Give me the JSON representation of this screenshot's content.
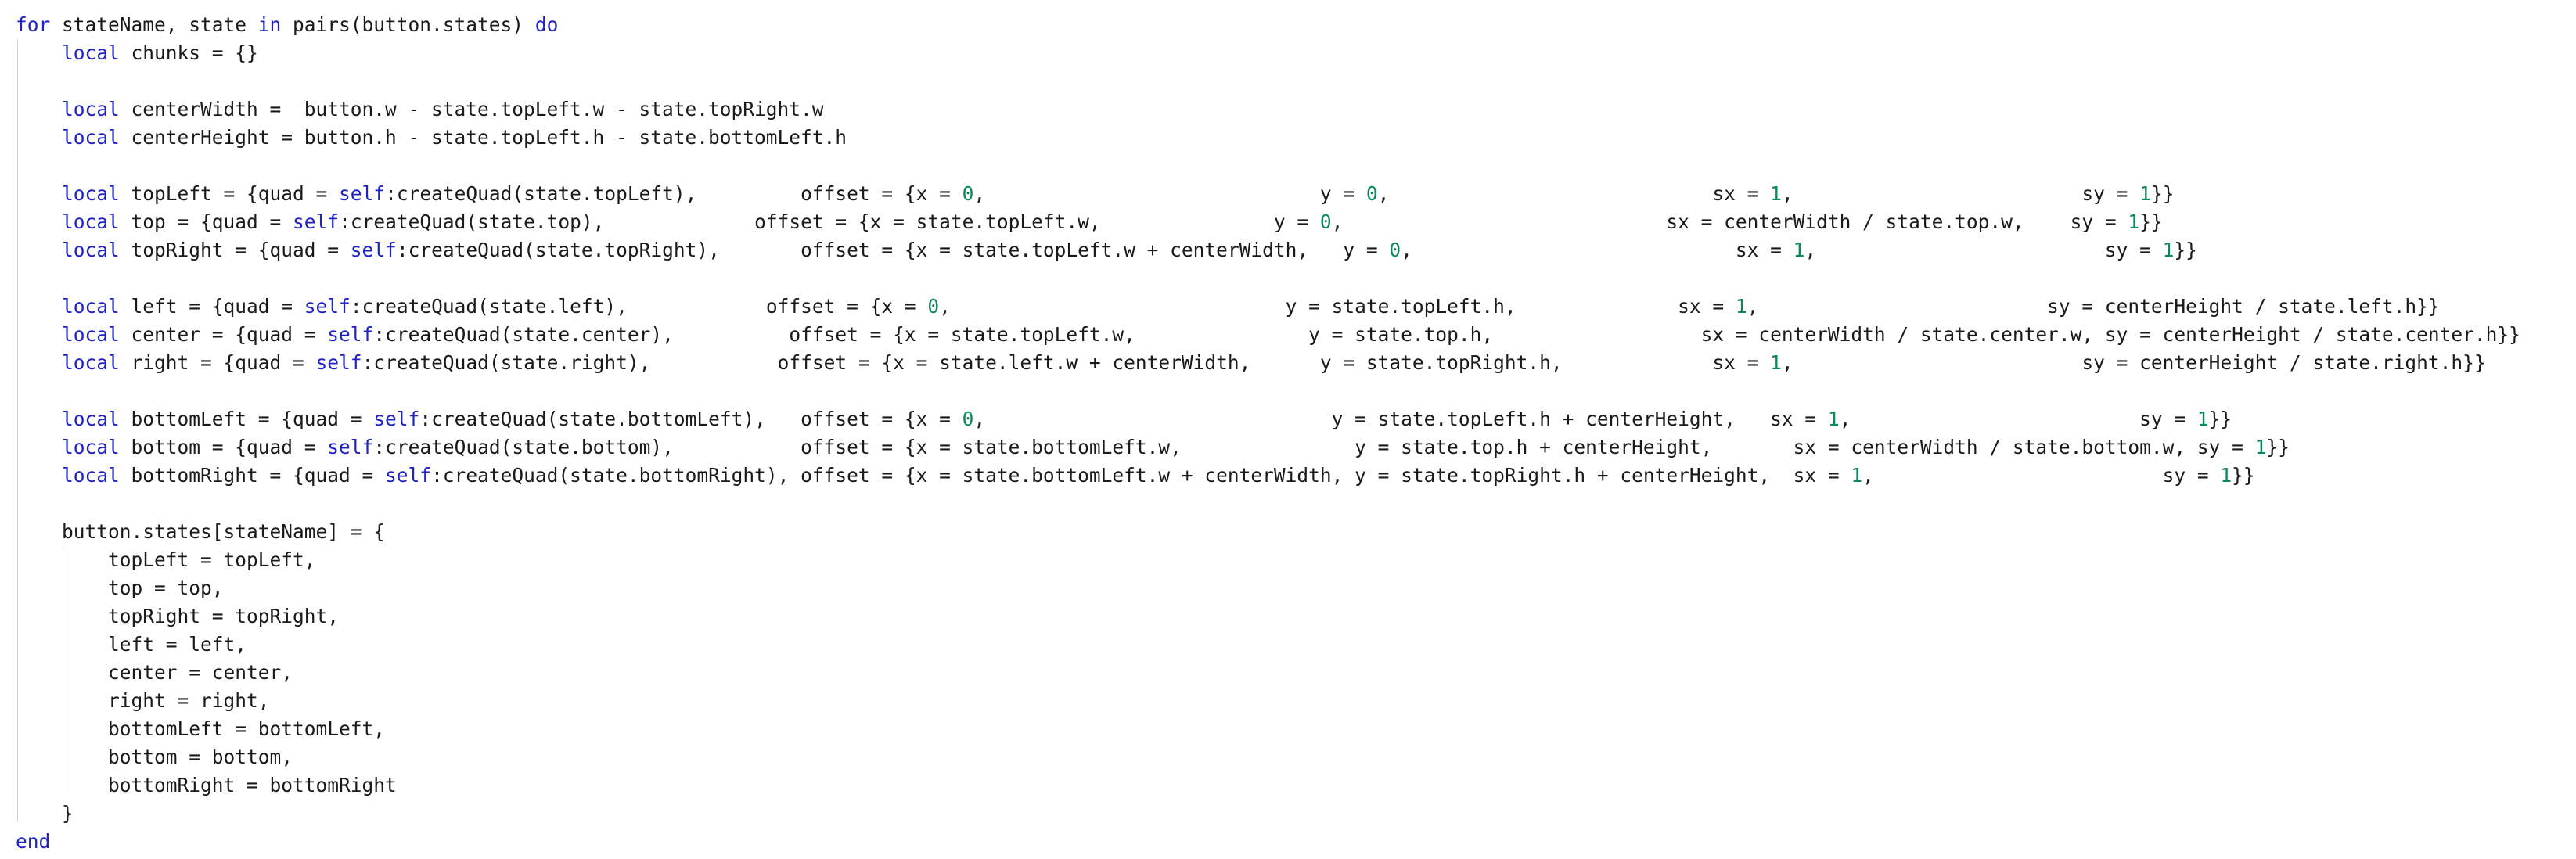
{
  "editor": {
    "language": "lua",
    "colors": {
      "background": "#ffffff",
      "text": "#1a1a1a",
      "keyword": "#1f22c4",
      "number": "#0a8a5c",
      "indent_guide": "#d4d4d4"
    },
    "lines": [
      [
        [
          "kw",
          "for"
        ],
        [
          "t",
          " stateName, state "
        ],
        [
          "kw",
          "in"
        ],
        [
          "t",
          " pairs(button.states) "
        ],
        [
          "kw",
          "do"
        ]
      ],
      [
        [
          "t",
          "    "
        ],
        [
          "kw",
          "local"
        ],
        [
          "t",
          " chunks = {}"
        ]
      ],
      [],
      [
        [
          "t",
          "    "
        ],
        [
          "kw",
          "local"
        ],
        [
          "t",
          " centerWidth =  button.w - state.topLeft.w - state.topRight.w"
        ]
      ],
      [
        [
          "t",
          "    "
        ],
        [
          "kw",
          "local"
        ],
        [
          "t",
          " centerHeight = button.h - state.topLeft.h - state.bottomLeft.h"
        ]
      ],
      [],
      [
        [
          "t",
          "    "
        ],
        [
          "kw",
          "local"
        ],
        [
          "t",
          " topLeft = {quad = "
        ],
        [
          "slf",
          "self"
        ],
        [
          "t",
          ":createQuad(state.topLeft),         offset = {x = "
        ],
        [
          "num",
          "0"
        ],
        [
          "t",
          ",                             y = "
        ],
        [
          "num",
          "0"
        ],
        [
          "t",
          ",                            sx = "
        ],
        [
          "num",
          "1"
        ],
        [
          "t",
          ",                         sy = "
        ],
        [
          "num",
          "1"
        ],
        [
          "t",
          "}}"
        ]
      ],
      [
        [
          "t",
          "    "
        ],
        [
          "kw",
          "local"
        ],
        [
          "t",
          " top = {quad = "
        ],
        [
          "slf",
          "self"
        ],
        [
          "t",
          ":createQuad(state.top),             offset = {x = state.topLeft.w,               y = "
        ],
        [
          "num",
          "0"
        ],
        [
          "t",
          ",                            sx = centerWidth / state.top.w,    sy = "
        ],
        [
          "num",
          "1"
        ],
        [
          "t",
          "}}"
        ]
      ],
      [
        [
          "t",
          "    "
        ],
        [
          "kw",
          "local"
        ],
        [
          "t",
          " topRight = {quad = "
        ],
        [
          "slf",
          "self"
        ],
        [
          "t",
          ":createQuad(state.topRight),       offset = {x = state.topLeft.w + centerWidth,   y = "
        ],
        [
          "num",
          "0"
        ],
        [
          "t",
          ",                            sx = "
        ],
        [
          "num",
          "1"
        ],
        [
          "t",
          ",                         sy = "
        ],
        [
          "num",
          "1"
        ],
        [
          "t",
          "}}"
        ]
      ],
      [],
      [
        [
          "t",
          "    "
        ],
        [
          "kw",
          "local"
        ],
        [
          "t",
          " left = {quad = "
        ],
        [
          "slf",
          "self"
        ],
        [
          "t",
          ":createQuad(state.left),            offset = {x = "
        ],
        [
          "num",
          "0"
        ],
        [
          "t",
          ",                             y = state.topLeft.h,              sx = "
        ],
        [
          "num",
          "1"
        ],
        [
          "t",
          ",                         sy = centerHeight / state.left.h}}"
        ]
      ],
      [
        [
          "t",
          "    "
        ],
        [
          "kw",
          "local"
        ],
        [
          "t",
          " center = {quad = "
        ],
        [
          "slf",
          "self"
        ],
        [
          "t",
          ":createQuad(state.center),          offset = {x = state.topLeft.w,               y = state.top.h,                  sx = centerWidth / state.center.w, sy = centerHeight / state.center.h}}"
        ]
      ],
      [
        [
          "t",
          "    "
        ],
        [
          "kw",
          "local"
        ],
        [
          "t",
          " right = {quad = "
        ],
        [
          "slf",
          "self"
        ],
        [
          "t",
          ":createQuad(state.right),           offset = {x = state.left.w + centerWidth,      y = state.topRight.h,             sx = "
        ],
        [
          "num",
          "1"
        ],
        [
          "t",
          ",                         sy = centerHeight / state.right.h}}"
        ]
      ],
      [],
      [
        [
          "t",
          "    "
        ],
        [
          "kw",
          "local"
        ],
        [
          "t",
          " bottomLeft = {quad = "
        ],
        [
          "slf",
          "self"
        ],
        [
          "t",
          ":createQuad(state.bottomLeft),   offset = {x = "
        ],
        [
          "num",
          "0"
        ],
        [
          "t",
          ",                              y = state.topLeft.h + centerHeight,   sx = "
        ],
        [
          "num",
          "1"
        ],
        [
          "t",
          ",                         sy = "
        ],
        [
          "num",
          "1"
        ],
        [
          "t",
          "}}"
        ]
      ],
      [
        [
          "t",
          "    "
        ],
        [
          "kw",
          "local"
        ],
        [
          "t",
          " bottom = {quad = "
        ],
        [
          "slf",
          "self"
        ],
        [
          "t",
          ":createQuad(state.bottom),           offset = {x = state.bottomLeft.w,               y = state.top.h + centerHeight,       sx = centerWidth / state.bottom.w, sy = "
        ],
        [
          "num",
          "1"
        ],
        [
          "t",
          "}}"
        ]
      ],
      [
        [
          "t",
          "    "
        ],
        [
          "kw",
          "local"
        ],
        [
          "t",
          " bottomRight = {quad = "
        ],
        [
          "slf",
          "self"
        ],
        [
          "t",
          ":createQuad(state.bottomRight), offset = {x = state.bottomLeft.w + centerWidth, y = state.topRight.h + centerHeight,  sx = "
        ],
        [
          "num",
          "1"
        ],
        [
          "t",
          ",                         sy = "
        ],
        [
          "num",
          "1"
        ],
        [
          "t",
          "}}"
        ]
      ],
      [],
      [
        [
          "t",
          "    button.states[stateName] = {"
        ]
      ],
      [
        [
          "t",
          "        topLeft = topLeft,"
        ]
      ],
      [
        [
          "t",
          "        top = top,"
        ]
      ],
      [
        [
          "t",
          "        topRight = topRight,"
        ]
      ],
      [
        [
          "t",
          "        left = left,"
        ]
      ],
      [
        [
          "t",
          "        center = center,"
        ]
      ],
      [
        [
          "t",
          "        right = right,"
        ]
      ],
      [
        [
          "t",
          "        bottomLeft = bottomLeft,"
        ]
      ],
      [
        [
          "t",
          "        bottom = bottom,"
        ]
      ],
      [
        [
          "t",
          "        bottomRight = bottomRight"
        ]
      ],
      [
        [
          "t",
          "    }"
        ]
      ],
      [
        [
          "kw",
          "end"
        ]
      ]
    ]
  }
}
